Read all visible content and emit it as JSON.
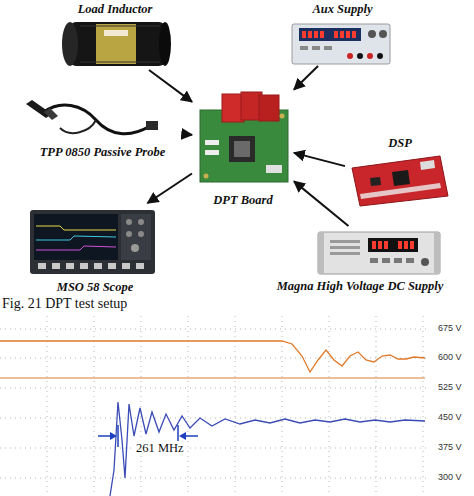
{
  "diagram": {
    "caption": "Fig. 21 DPT test setup",
    "nodes": [
      {
        "text": [
          "Load Inductor"
        ]
      },
      {
        "text": [
          "Aux Supply"
        ]
      },
      {
        "text": [
          "TPP 0850 Passive Probe"
        ]
      },
      {
        "text": [
          "DPT Board"
        ]
      },
      {
        "text": [
          "DSP"
        ]
      },
      {
        "text": [
          "MSO 58 Scope"
        ]
      },
      {
        "text": [
          "Magna High Voltage DC Supply"
        ]
      }
    ],
    "edges": [
      {
        "from": 0,
        "to": 3,
        "arrow": "to"
      },
      {
        "from": 1,
        "to": 3,
        "arrow": "to"
      },
      {
        "from": 2,
        "to": 3,
        "arrow": "to"
      },
      {
        "from": 4,
        "to": 3,
        "arrow": "to"
      },
      {
        "from": 3,
        "to": 5,
        "arrow": "to"
      },
      {
        "from": 6,
        "to": 3,
        "arrow": "to"
      }
    ],
    "labels": [
      "675 V",
      "600 V",
      "525 V",
      "450 V",
      "375 V",
      "300 V",
      "261 MHz"
    ]
  }
}
